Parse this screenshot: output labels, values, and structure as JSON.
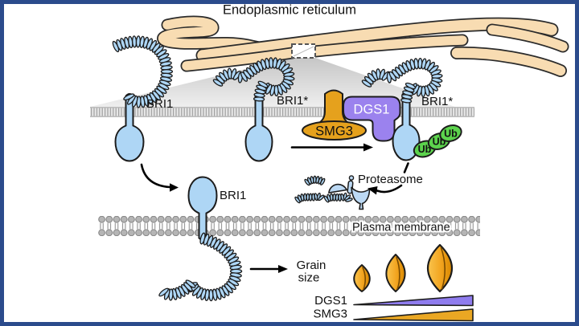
{
  "title": "Endoplasmic reticulum",
  "er_receptors": {
    "bri1_label": "BRI1",
    "bri1star_mid_label": "BRI1*",
    "bri1star_right_label": "BRI1*"
  },
  "proteins": {
    "smg3": "SMG3",
    "dgs1": "DGS1",
    "ub": [
      "Ub",
      "Ub",
      "Ub"
    ]
  },
  "degradation": {
    "proteasome_label": "Proteasome"
  },
  "plasma_membrane_label": "Plasma membrane",
  "pm_receptor": {
    "bri1_label": "BRI1"
  },
  "grain": {
    "label_line1": "Grain",
    "label_line2": "size"
  },
  "legend": {
    "dgs1_label": "DGS1",
    "smg3_label": "SMG3"
  },
  "colors": {
    "receptor_blue": "#aed6f5",
    "outline_dark": "#1c1c1c",
    "smg3_orange": "#e5a11d",
    "dgs1_purple": "#9b82ee",
    "dgs1_wedge_purple": "#8f7cee",
    "smg3_wedge_orange": "#eaa723",
    "ub_green": "#5cd34d",
    "er_beige": "#f8dcb2",
    "membrane_gray": "#b5b5b5",
    "frame_blue": "#2b4b8c",
    "cone_gray": "#c9c9c9",
    "grain_light": "#f7b93c",
    "grain_dark": "#d98800"
  }
}
